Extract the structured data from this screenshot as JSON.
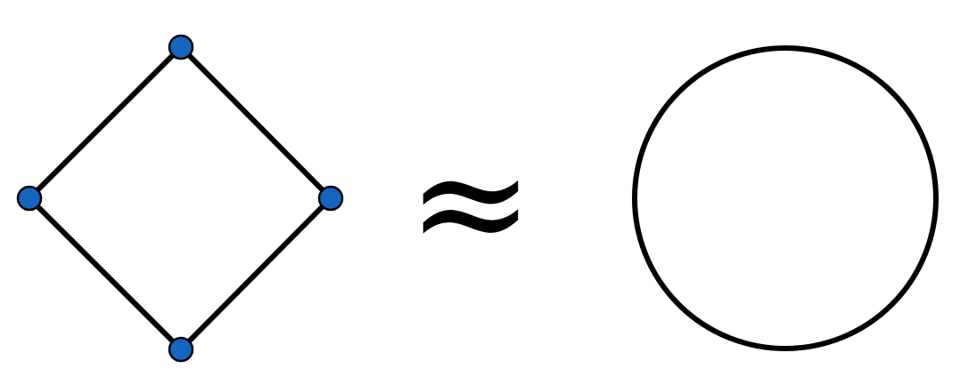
{
  "diagram": {
    "relation_symbol": "≈",
    "colors": {
      "vertex_fill": "#1565c0",
      "stroke": "#000000",
      "background": "#ffffff"
    },
    "left_figure": {
      "shape": "square graph (4-cycle) drawn as a rotated square",
      "vertex_count": 4,
      "edge_count": 4
    },
    "right_figure": {
      "shape": "circle"
    }
  }
}
